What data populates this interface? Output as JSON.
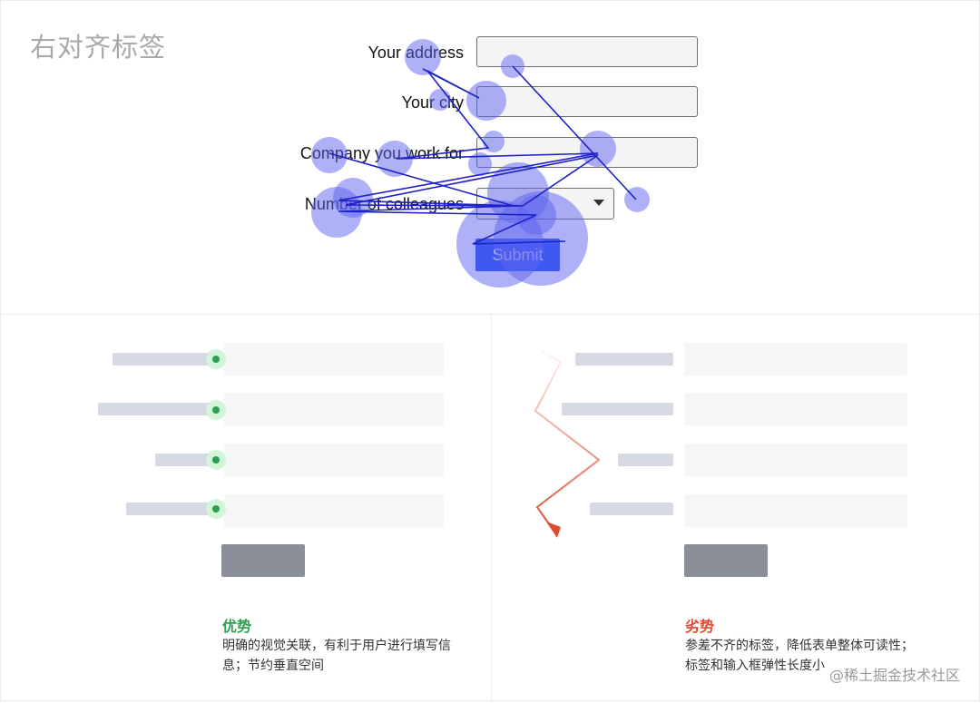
{
  "top": {
    "title": "右对齐标签",
    "fields": [
      {
        "label": "Your address"
      },
      {
        "label": "Your city"
      },
      {
        "label": "Company you work for"
      },
      {
        "label": "Number of colleagues"
      }
    ],
    "submit_label": "Submit",
    "colors": {
      "button": "#1f4cf0",
      "heat_fill": "#5d64f0",
      "gaze_line": "#1f22c8"
    }
  },
  "left": {
    "caption_title": "优势",
    "caption_text": "明确的视觉关联，有利于用户进行填写信息；节约垂直空间",
    "title_color": "#2e9e4f"
  },
  "right": {
    "caption_title": "劣势",
    "caption_text": "参差不齐的标签，降低表单整体可读性；标签和输入框弹性长度小",
    "title_color": "#e0492e"
  },
  "watermark": "@稀土掘金技术社区"
}
